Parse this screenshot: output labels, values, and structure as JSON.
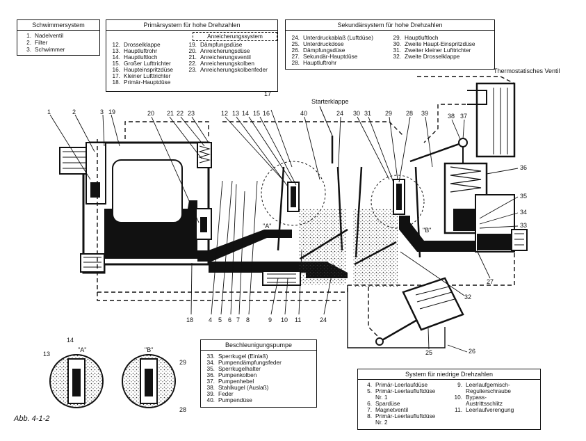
{
  "figure_label": "Abb. 4-1-2",
  "thermo_label": "Thermostatisches Ventil",
  "starter_label": "Starterklappe",
  "detail_a": "\"A\"",
  "detail_b": "\"B\"",
  "marker_a": "\"A\"",
  "marker_b": "\"B\"",
  "box_float": {
    "title": "Schwimmersystem",
    "items": [
      {
        "n": "1.",
        "t": "Nadelventil"
      },
      {
        "n": "2.",
        "t": "Filter"
      },
      {
        "n": "3.",
        "t": "Schwimmer"
      }
    ]
  },
  "box_primary": {
    "title": "Primärsystem für hohe Drehzahlen",
    "sub": "Anreicherungssystem",
    "left": [
      {
        "n": "12.",
        "t": "Drosselklappe"
      },
      {
        "n": "13.",
        "t": "Hauptluftrohr"
      },
      {
        "n": "14.",
        "t": "Hauptluftloch"
      },
      {
        "n": "15.",
        "t": "Großer Lufttrichter"
      },
      {
        "n": "16.",
        "t": "Haupteinspritzdüse"
      },
      {
        "n": "17.",
        "t": "Kleiner Lufttrichter"
      },
      {
        "n": "18.",
        "t": "Primär-Hauptdüse"
      }
    ],
    "right": [
      {
        "n": "19.",
        "t": "Dämpfungsdüse"
      },
      {
        "n": "20.",
        "t": "Anreicherungsdüse"
      },
      {
        "n": "21.",
        "t": "Anreicherungsventil"
      },
      {
        "n": "22.",
        "t": "Anreicherungskolben"
      },
      {
        "n": "23.",
        "t": "Anreicherungskolbenfeder"
      }
    ]
  },
  "box_secondary": {
    "title": "Sekundärsystem für hohe Drehzahlen",
    "left": [
      {
        "n": "24.",
        "t": "Unterdruckablaß (Luftdüse)"
      },
      {
        "n": "25.",
        "t": "Unterdruckdose"
      },
      {
        "n": "26.",
        "t": "Dämpfungsdüse"
      },
      {
        "n": "27.",
        "t": "Sekundär-Hauptdüse"
      },
      {
        "n": "28.",
        "t": "Hauptluftrohr"
      }
    ],
    "right": [
      {
        "n": "29.",
        "t": "Hauptluftloch"
      },
      {
        "n": "30.",
        "t": "Zweite Haupt-Einspritzdüse"
      },
      {
        "n": "31.",
        "t": "Zweiter kleiner Lufttrichter"
      },
      {
        "n": "32.",
        "t": "Zweite Drosselklappe"
      }
    ]
  },
  "box_pump": {
    "title": "Beschleunigungspumpe",
    "items": [
      {
        "n": "33.",
        "t": "Sperrkugel (Einlaß)"
      },
      {
        "n": "34.",
        "t": "Pumpendämpfungsfeder"
      },
      {
        "n": "35.",
        "t": "Sperrkugelhalter"
      },
      {
        "n": "36.",
        "t": "Pumpenkolben"
      },
      {
        "n": "37.",
        "t": "Pumpenhebel"
      },
      {
        "n": "38.",
        "t": "Stahlkugel (Auslaß)"
      },
      {
        "n": "39.",
        "t": "Feder"
      },
      {
        "n": "40.",
        "t": "Pumpendüse"
      }
    ]
  },
  "box_low": {
    "title": "System für niedrige Drehzahlen",
    "left": [
      {
        "n": "4.",
        "t": "Primär-Leerlaufdüse"
      },
      {
        "n": "5.",
        "t": "Primär-Leerlaufluftdüse"
      },
      {
        "n": "",
        "t": "Nr. 1"
      },
      {
        "n": "6.",
        "t": "Spardüse"
      },
      {
        "n": "7.",
        "t": "Magnetventil"
      },
      {
        "n": "8.",
        "t": "Primär-Leerlaufluftdüse"
      },
      {
        "n": "",
        "t": "Nr. 2"
      }
    ],
    "right": [
      {
        "n": "9.",
        "t": "Leerlaufgemisch-"
      },
      {
        "n": "",
        "t": "Regulierschraube"
      },
      {
        "n": "10.",
        "t": "Bypass-"
      },
      {
        "n": "",
        "t": "Austrittsschlitz"
      },
      {
        "n": "11.",
        "t": "Leerlaufverengung"
      }
    ]
  },
  "callouts": [
    {
      "id": "c1",
      "t": "1"
    },
    {
      "id": "c2",
      "t": "2"
    },
    {
      "id": "c3",
      "t": "3"
    },
    {
      "id": "c19",
      "t": "19"
    },
    {
      "id": "c20",
      "t": "20"
    },
    {
      "id": "c21",
      "t": "21"
    },
    {
      "id": "c22",
      "t": "22"
    },
    {
      "id": "c23",
      "t": "23"
    },
    {
      "id": "c12",
      "t": "12"
    },
    {
      "id": "c13",
      "t": "13"
    },
    {
      "id": "c14",
      "t": "14"
    },
    {
      "id": "c15",
      "t": "15"
    },
    {
      "id": "c16",
      "t": "16"
    },
    {
      "id": "c17",
      "t": "17"
    },
    {
      "id": "c40",
      "t": "40"
    },
    {
      "id": "c24a",
      "t": "24"
    },
    {
      "id": "c30",
      "t": "30"
    },
    {
      "id": "c31",
      "t": "31"
    },
    {
      "id": "c29",
      "t": "29"
    },
    {
      "id": "c28",
      "t": "28"
    },
    {
      "id": "c39",
      "t": "39"
    },
    {
      "id": "c38",
      "t": "38"
    },
    {
      "id": "c37",
      "t": "37"
    },
    {
      "id": "c36",
      "t": "36"
    },
    {
      "id": "c35",
      "t": "35"
    },
    {
      "id": "c34",
      "t": "34"
    },
    {
      "id": "c33",
      "t": "33"
    },
    {
      "id": "c27",
      "t": "27"
    },
    {
      "id": "c32",
      "t": "32"
    },
    {
      "id": "c25",
      "t": "25"
    },
    {
      "id": "c26",
      "t": "26"
    },
    {
      "id": "c18",
      "t": "18"
    },
    {
      "id": "c4",
      "t": "4"
    },
    {
      "id": "c5",
      "t": "5"
    },
    {
      "id": "c6",
      "t": "6"
    },
    {
      "id": "c7",
      "t": "7"
    },
    {
      "id": "c8",
      "t": "8"
    },
    {
      "id": "c9",
      "t": "9"
    },
    {
      "id": "c10",
      "t": "10"
    },
    {
      "id": "c11",
      "t": "11"
    },
    {
      "id": "c24b",
      "t": "24"
    },
    {
      "id": "d14",
      "t": "14"
    },
    {
      "id": "d13",
      "t": "13"
    },
    {
      "id": "d29",
      "t": "29"
    },
    {
      "id": "d28",
      "t": "28"
    }
  ]
}
